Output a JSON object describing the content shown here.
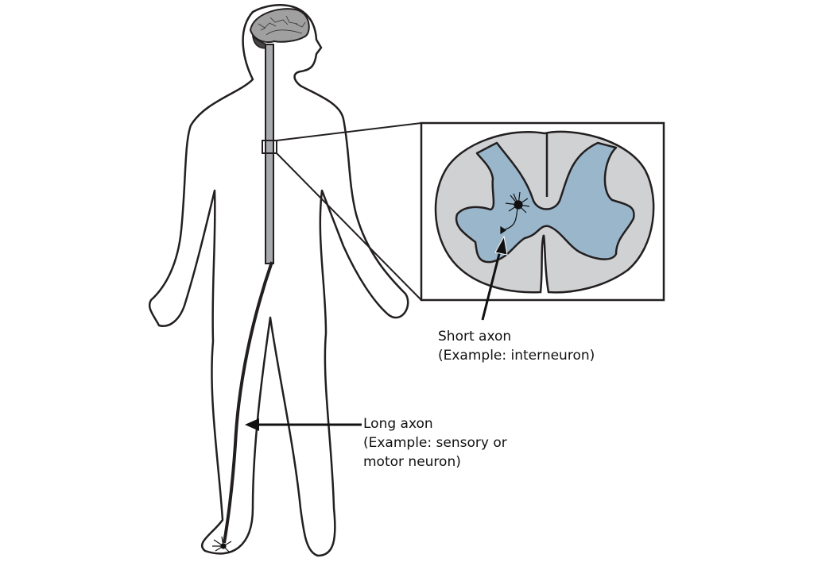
{
  "labels": {
    "short_axon": {
      "title": "Short axon",
      "example": "(Example: interneuron)"
    },
    "long_axon": {
      "title": "Long axon",
      "example_line1": "(Example: sensory or",
      "example_line2": "motor neuron)"
    }
  },
  "colors": {
    "outline": "#231f20",
    "gray_matter": "#9ab6cb",
    "white_matter": "#d0d1d3",
    "spinal_cord": "#a7a9ac",
    "brain": "#a0a0a0"
  }
}
